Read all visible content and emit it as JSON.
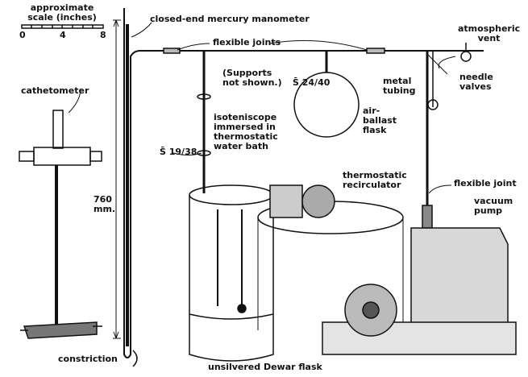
{
  "scale": {
    "title_line1": "approximate",
    "title_line2": "scale (inches)",
    "ticks": [
      "0",
      "4",
      "8"
    ]
  },
  "labels": {
    "cathetometer": "cathetometer",
    "manometer": "closed-end mercury manometer",
    "flexible_joints": "flexible joints",
    "supports_line1": "(Supports",
    "supports_line2": "not shown.)",
    "joint_2440": "S̄ 24/40",
    "joint_1938": "S̄ 19/38",
    "isoteniscope_1": "isoteniscope",
    "isoteniscope_2": "immersed in",
    "isoteniscope_3": "thermostatic",
    "isoteniscope_4": "water bath",
    "air_ballast_1": "air-",
    "air_ballast_2": "ballast",
    "air_ballast_3": "flask",
    "metal_tubing_1": "metal",
    "metal_tubing_2": "tubing",
    "atm_vent_1": "atmospheric",
    "atm_vent_2": "vent",
    "needle_valves_1": "needle",
    "needle_valves_2": "valves",
    "height_1": "760",
    "height_2": "mm.",
    "recirculator_1": "thermostatic",
    "recirculator_2": "recirculator",
    "flexible_joint": "flexible joint",
    "vacuum_pump_1": "vacuum",
    "vacuum_pump_2": "pump",
    "constriction": "constriction",
    "dewar": "unsilvered Dewar flask"
  }
}
